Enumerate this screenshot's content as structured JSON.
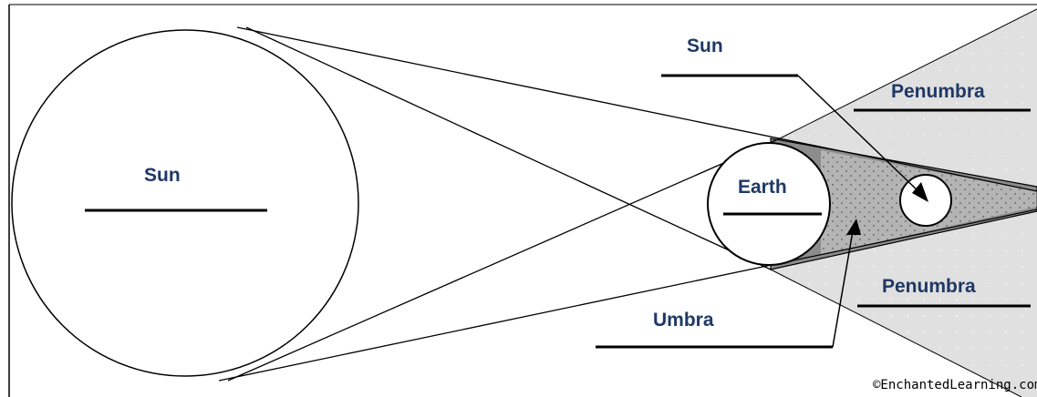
{
  "diagram": {
    "labels": {
      "sun_large": "Sun",
      "sun_ray_label": "Sun",
      "penumbra_top": "Penumbra",
      "earth": "Earth",
      "penumbra_bottom": "Penumbra",
      "umbra": "Umbra"
    },
    "credit": "©EnchantedLearning.com",
    "colors": {
      "text": "#1f3864",
      "penumbra_fill": "#e0e0e0",
      "umbra_fill": "#8c8c8c",
      "line": "#000000"
    }
  }
}
